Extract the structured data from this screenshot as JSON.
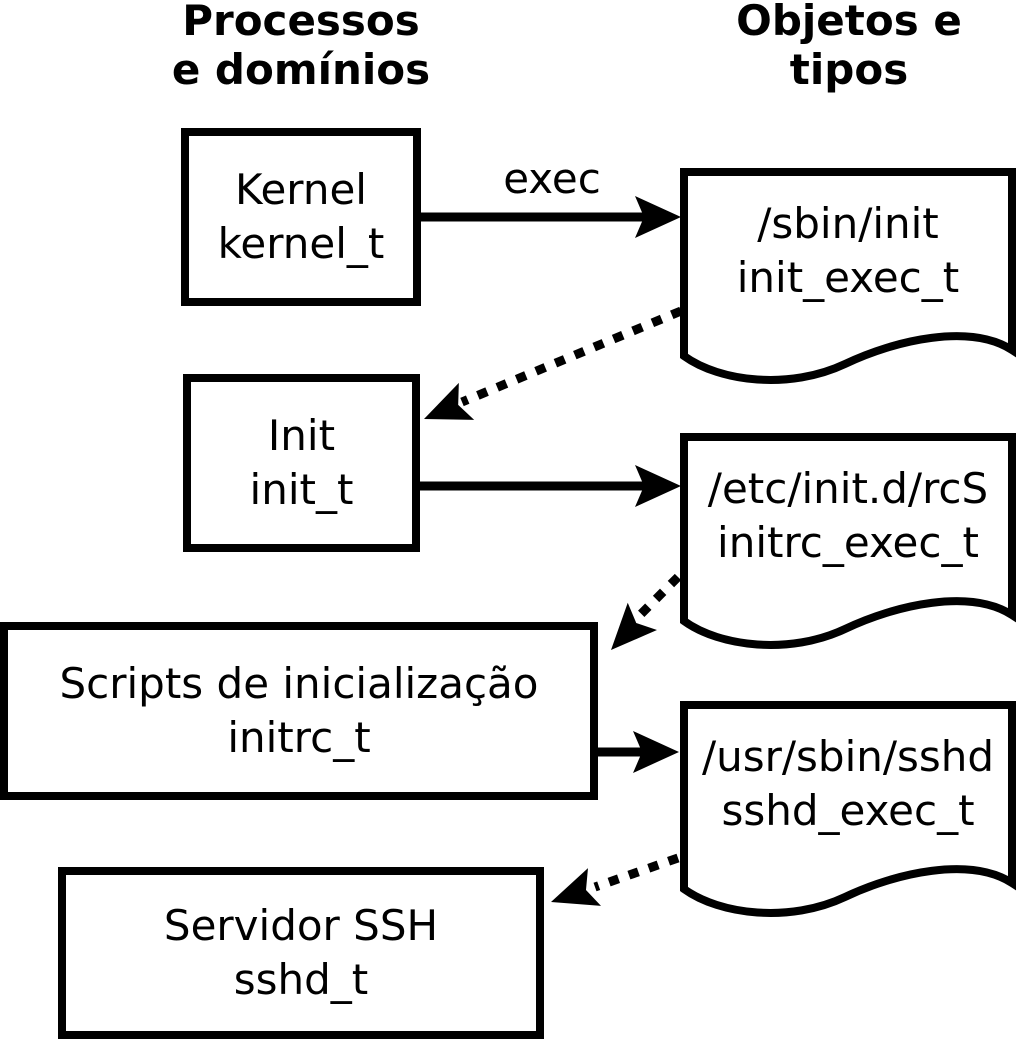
{
  "diagram": {
    "column_headers": {
      "left": {
        "line1": "Processos",
        "line2": "e domínios"
      },
      "right": {
        "line1": "Objetos e",
        "line2": "tipos"
      }
    },
    "processes": [
      {
        "name": "Kernel",
        "type": "kernel_t"
      },
      {
        "name": "Init",
        "type": "init_t"
      },
      {
        "name": "Scripts de inicialização",
        "type": "initrc_t"
      },
      {
        "name": "Servidor SSH",
        "type": "sshd_t"
      }
    ],
    "objects": [
      {
        "path": "/sbin/init",
        "type": "init_exec_t"
      },
      {
        "path": "/etc/init.d/rcS",
        "type": "initrc_exec_t"
      },
      {
        "path": "/usr/sbin/sshd",
        "type": "sshd_exec_t"
      }
    ],
    "edges": {
      "exec_label": "exec"
    },
    "colors": {
      "ink": "#000000",
      "paper": "#ffffff"
    }
  }
}
